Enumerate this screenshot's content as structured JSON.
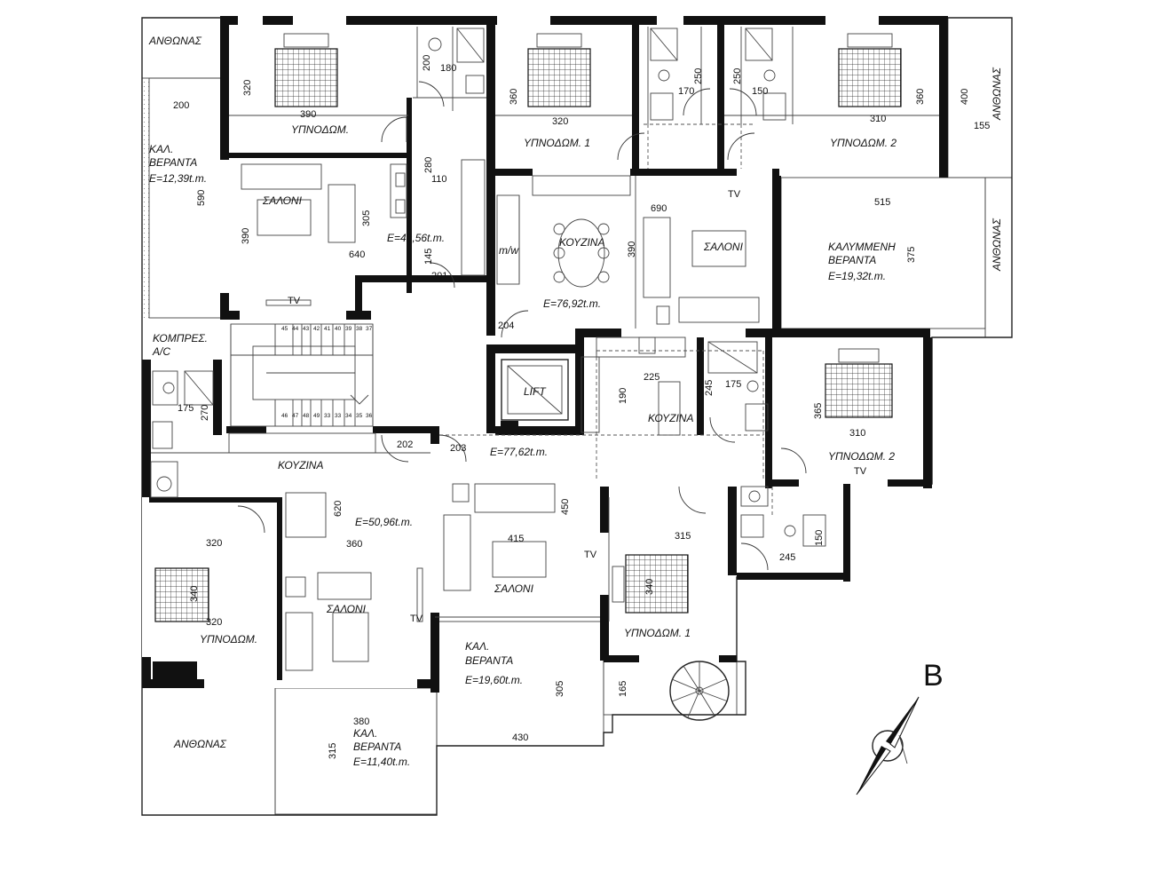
{
  "north_letter": "B",
  "rooms": {
    "bed_nw": "ΥΠΝΟΔΩΜ.",
    "salon_nw": "ΣΑΛΟΝΙ",
    "area_nw": "Ε=49,56t.m.",
    "veranda_w_title": "ΚΑΛ.",
    "veranda_w_sub": "ΒΕΡΑΝΤΑ",
    "veranda_w_area": "Ε=12,39t.m.",
    "anthonas_nw": "ΑΝΘΩΝΑΣ",
    "bed1_n": "ΥΠΝΟΔΩΜ. 1",
    "bed2_ne": "ΥΠΝΟΔΩΜ. 2",
    "kitchen_n": "ΚΟΥΖΙΝΑ",
    "salon_n": "ΣΑΛΟΝΙ",
    "area_n": "Ε=76,92t.m.",
    "veranda_ne_title": "ΚΑΛΥΜΜΕΝΗ",
    "veranda_ne_sub": "ΒΕΡΑΝΤΑ",
    "veranda_ne_area": "Ε=19,32t.m.",
    "anthonas_ne1": "ΑΝΘΩΝΑΣ",
    "anthonas_ne2": "ΑΝΘΩΝΑΣ",
    "compressor_1": "ΚΟΜΠΡΕΣ.",
    "compressor_2": "A/C",
    "lift": "LIFT",
    "mw": "m/w",
    "kitchen_e": "ΚΟΥΖΙΝΑ",
    "bed2_e": "ΥΠΝΟΔΩΜ. 2",
    "area_e": "Ε=77,62t.m.",
    "salon_e": "ΣΑΛΟΝΙ",
    "bed1_se": "ΥΠΝΟΔΩΜ. 1",
    "veranda_s_title": "ΚΑΛ.",
    "veranda_s_sub": "ΒΕΡΑΝΤΑ",
    "veranda_s_area": "Ε=19,60t.m.",
    "kitchen_sw": "ΚΟΥΖΙΝΑ",
    "area_sw": "Ε=50,96t.m.",
    "salon_sw": "ΣΑΛΟΝΙ",
    "bed_sw": "ΥΠΝΟΔΩΜ.",
    "anthonas_sw": "ΑΝΘΩΝΑΣ",
    "veranda_sw_title": "ΚΑΛ.",
    "veranda_sw_sub": "ΒΕΡΑΝΤΑ",
    "veranda_sw_area": "Ε=11,40t.m.",
    "tv": "TV"
  },
  "doors": [
    "201",
    "202",
    "203",
    "204"
  ],
  "dimensions": {
    "d200": "200",
    "d320a": "320",
    "d390a": "390",
    "d200b": "200",
    "d180": "180",
    "d280": "280",
    "d110": "110",
    "d305a": "305",
    "d390b": "390",
    "d640": "640",
    "d590": "590",
    "d145": "145",
    "d360a": "360",
    "d320b": "320",
    "d170": "170",
    "d250a": "250",
    "d250b": "250",
    "d150a": "150",
    "d310a": "310",
    "d360b": "360",
    "d400": "400",
    "d155": "155",
    "d690": "690",
    "d390c": "390",
    "d515": "515",
    "d375": "375",
    "d225": "225",
    "d245a": "245",
    "d175a": "175",
    "d190": "190",
    "d365": "365",
    "d310b": "310",
    "d175b": "175",
    "d270": "270",
    "d620": "620",
    "d320c": "320",
    "d360c": "360",
    "d340a": "340",
    "d320d": "320",
    "d415": "415",
    "d450": "450",
    "d315a": "315",
    "d340b": "340",
    "d150b": "150",
    "d245b": "245",
    "d305b": "305",
    "d165": "165",
    "d430": "430",
    "d380": "380",
    "d315b": "315"
  },
  "stairs_top": [
    "45",
    "44",
    "43",
    "42",
    "41",
    "40",
    "39",
    "38",
    "37"
  ],
  "stairs_bottom": [
    "46",
    "47",
    "48",
    "49",
    "33",
    "33",
    "34",
    "35",
    "36"
  ]
}
